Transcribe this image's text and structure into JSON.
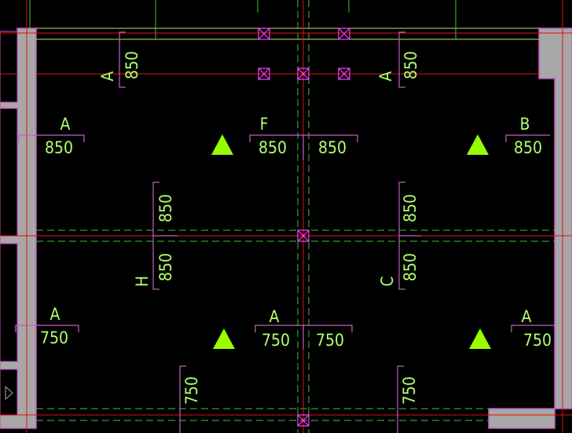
{
  "drawing": {
    "background": "#000000",
    "colors": {
      "wall": "#a7a7a7",
      "wall_edge": "#c45ac4",
      "axis_red": "#e01010",
      "beam_green": "#3fbf3f",
      "beam_yellow": "#d8d850",
      "bracket_magenta": "#c060c0",
      "text_green": "#b0ff70",
      "marker_green": "#99ff00",
      "column_mark": "#ff44ff"
    },
    "marker_icon": "triangle-marker-icon",
    "column_icon": "column-crossbox-icon"
  },
  "labels": {
    "top_left_letter": "A",
    "top_left_dim": "850",
    "top_right_letter": "A",
    "top_right_dim": "850",
    "upper_left_letter": "A",
    "upper_left_dim": "850",
    "upper_mid_letter": "F",
    "upper_mid_dim_left": "850",
    "upper_mid_dim_right": "850",
    "upper_right_letter": "B",
    "upper_right_dim": "850",
    "mid_left_letter": "H",
    "mid_left_dim_top": "850",
    "mid_left_dim_bottom": "850",
    "mid_right_letter": "C",
    "mid_right_dim_top": "850",
    "mid_right_dim_bottom": "850",
    "lower_left_letter": "A",
    "lower_left_dim": "750",
    "lower_mid_letter": "A",
    "lower_mid_dim_left": "750",
    "lower_mid_dim_right": "750",
    "lower_right_letter": "A",
    "lower_right_dim": "750",
    "bottom_left_dim": "750",
    "bottom_right_dim": "750"
  }
}
